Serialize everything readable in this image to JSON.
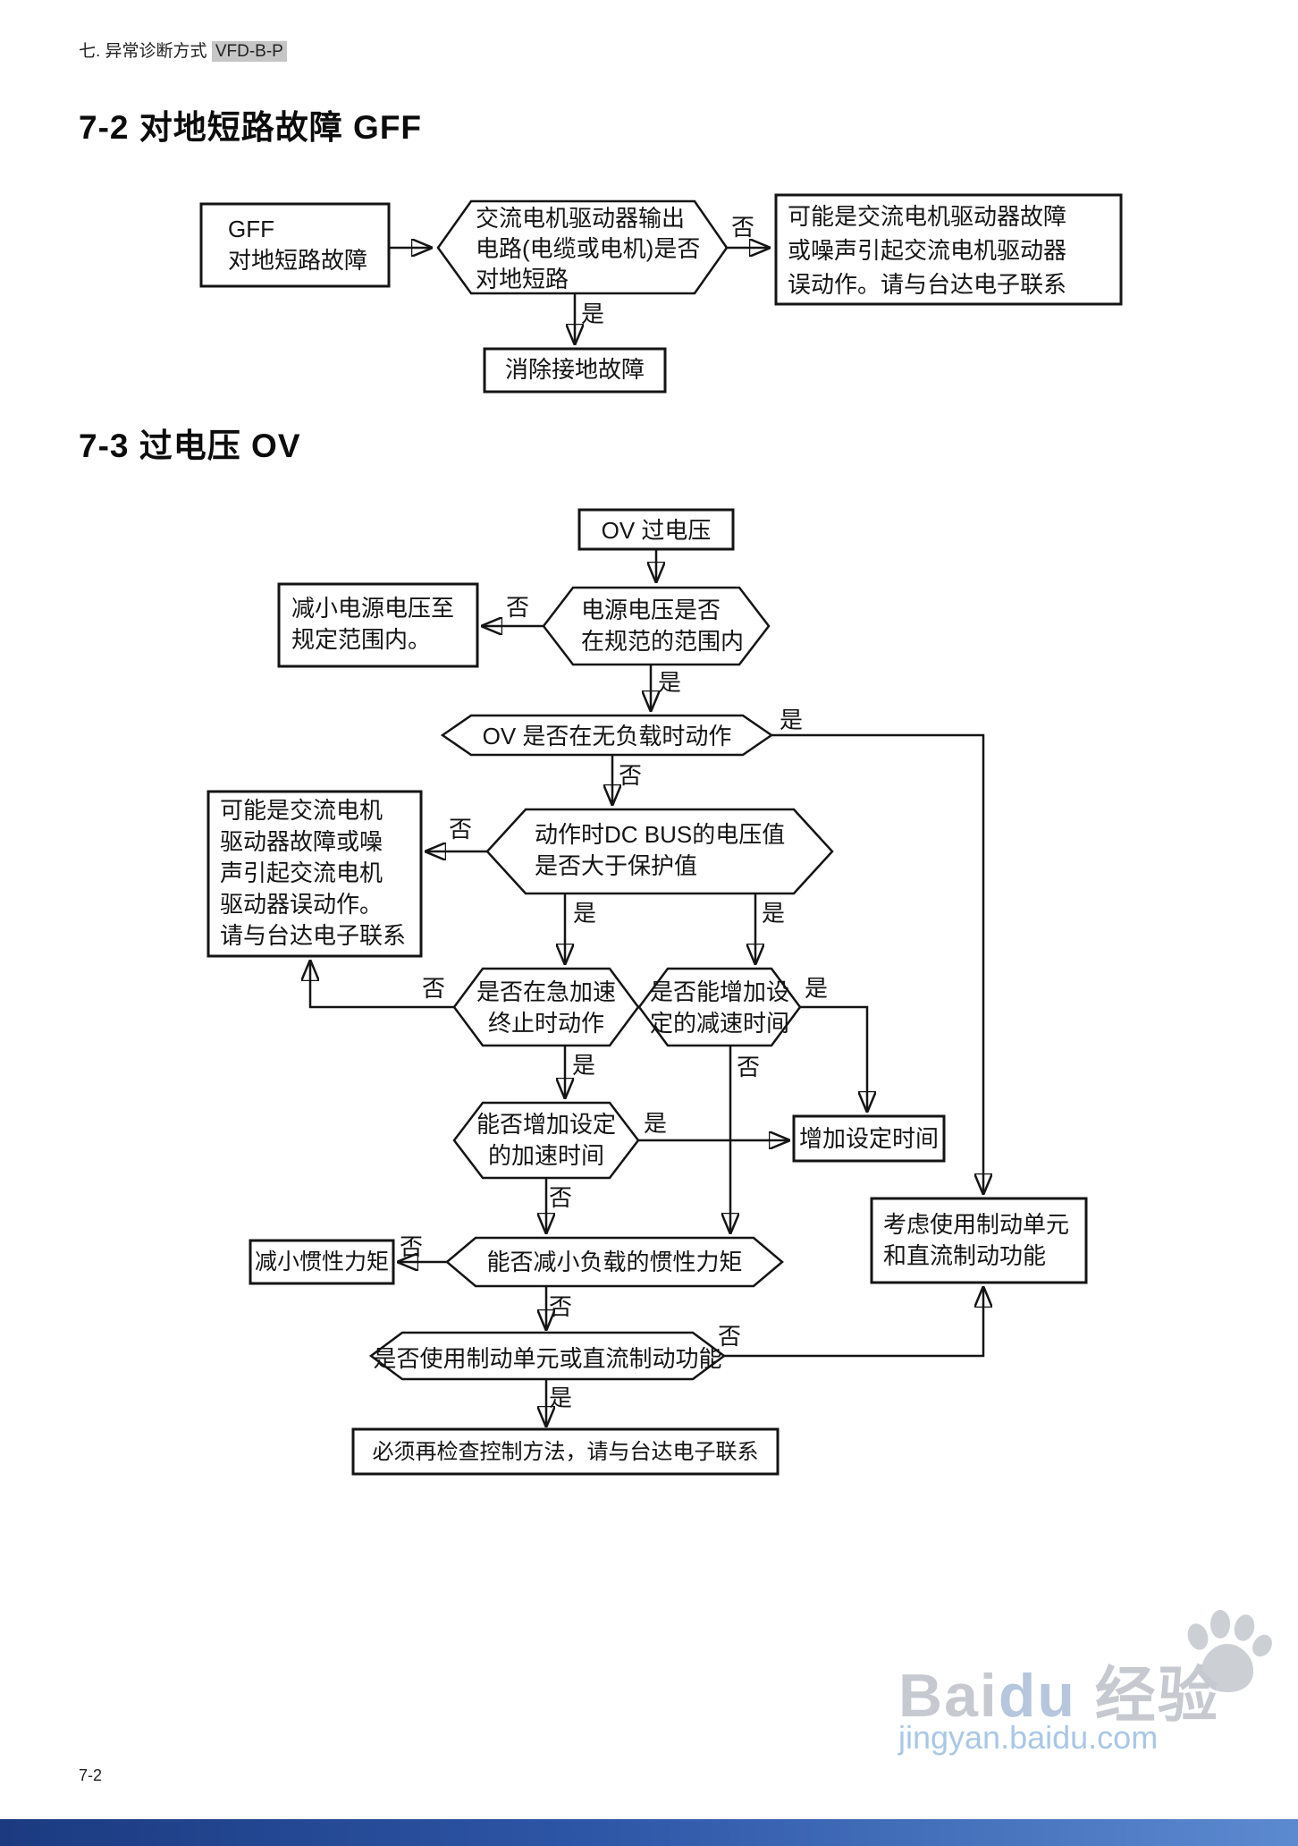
{
  "colors": {
    "highlight_bg": "#c6c6c6",
    "line": "#141414",
    "footer_bar_start": "#1b3a80",
    "footer_bar_mid": "#2d56a6",
    "footer_bar_end": "#5c8ad0",
    "watermark_gray": "#c6cad0",
    "watermark_blue": "#a9c7e6",
    "watermark_blue2": "#b5c6dd"
  },
  "header": {
    "breadcrumb": "七. 异常诊断方式",
    "model_tag": "VFD-B-P"
  },
  "section_gff": {
    "title": "7-2  对地短路故障 GFF",
    "nodes": {
      "start": "GFF\n对地短路故障",
      "q_output_short": "交流电机驱动器输出\n电路(电缆或电机)是否\n对地短路",
      "result_contact": "可能是交流电机驱动器故障\n或噪声引起交流电机驱动器\n误动作。请与台达电子联系",
      "fix_ground": "消除接地故障"
    },
    "labels": {
      "no": "否",
      "yes": "是"
    }
  },
  "section_ov": {
    "title": "7-3  过电压 OV",
    "nodes": {
      "start": "OV 过电压",
      "q_power_in_spec": "电源电压是否\n在规范的范围内",
      "reduce_voltage": "减小电源电压至\n规定范围内。",
      "q_no_load": "OV 是否在无负载时动作",
      "q_dc_bus": "动作时DC BUS的电压值\n是否大于保护值",
      "maybe_fault": "可能是交流电机\n驱动器故障或噪\n声引起交流电机\n驱动器误动作。\n请与台达电子联系",
      "q_rapid_accel": "是否在急加速\n终止时动作",
      "q_incr_decel": "是否能增加设\n定的减速时间",
      "q_incr_accel": "能否增加设定\n的加速时间",
      "add_time": "增加设定时间",
      "q_reduce_inertia": "能否减小负载的惯性力矩",
      "reduce_inertia": "减小惯性力矩",
      "brake_unit": "考虑使用制动单元\n和直流制动功能",
      "q_use_brake": "是否使用制动单元或直流制动功能",
      "check_control": "必须再检查控制方法，请与台达电子联系"
    },
    "labels": {
      "power_no": "否",
      "power_yes": "是",
      "noload_yes": "是",
      "noload_no": "否",
      "dcbus_no": "否",
      "dcbus_yes_left": "是",
      "dcbus_yes_right": "是",
      "accel_no": "否",
      "accel_yes": "是",
      "decel_yes": "是",
      "decel_no": "否",
      "accel2_yes": "是",
      "accel2_no": "否",
      "inertia_no_left": "否",
      "inertia_no_down": "否",
      "brake_no": "否",
      "brake_yes": "是"
    }
  },
  "footer": {
    "page_number": "7-2",
    "watermark_bai": "Bai",
    "watermark_du": "du",
    "watermark_cn": " 经验",
    "watermark_url": "jingyan.baidu.com"
  }
}
